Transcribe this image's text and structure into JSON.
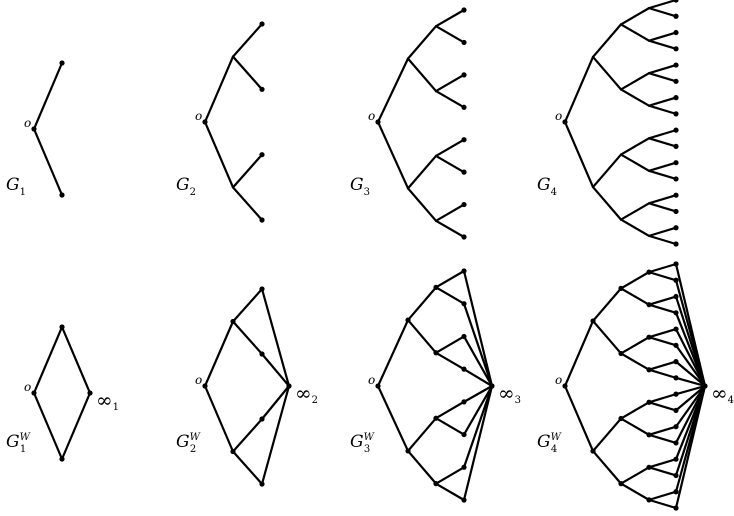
{
  "figure": {
    "panels": [
      {
        "id": "g1",
        "depth": 1,
        "wired": false,
        "root_label": "o",
        "name_letter": "G",
        "name_index": "1",
        "name_sup": "",
        "sink_symbol": "",
        "sink_index": ""
      },
      {
        "id": "g2",
        "depth": 2,
        "wired": false,
        "root_label": "o",
        "name_letter": "G",
        "name_index": "2",
        "name_sup": "",
        "sink_symbol": "",
        "sink_index": ""
      },
      {
        "id": "g3",
        "depth": 3,
        "wired": false,
        "root_label": "o",
        "name_letter": "G",
        "name_index": "3",
        "name_sup": "",
        "sink_symbol": "",
        "sink_index": ""
      },
      {
        "id": "g4",
        "depth": 4,
        "wired": false,
        "root_label": "o",
        "name_letter": "G",
        "name_index": "4",
        "name_sup": "",
        "sink_symbol": "",
        "sink_index": ""
      },
      {
        "id": "gw1",
        "depth": 1,
        "wired": true,
        "root_label": "o",
        "name_letter": "G",
        "name_index": "1",
        "name_sup": "W",
        "sink_symbol": "∞",
        "sink_index": "1"
      },
      {
        "id": "gw2",
        "depth": 2,
        "wired": true,
        "root_label": "o",
        "name_letter": "G",
        "name_index": "2",
        "name_sup": "W",
        "sink_symbol": "∞",
        "sink_index": "2"
      },
      {
        "id": "gw3",
        "depth": 3,
        "wired": true,
        "root_label": "o",
        "name_letter": "G",
        "name_index": "3",
        "name_sup": "W",
        "sink_symbol": "∞",
        "sink_index": "3"
      },
      {
        "id": "gw4",
        "depth": 4,
        "wired": true,
        "root_label": "o",
        "name_letter": "G",
        "name_index": "4",
        "name_sup": "W",
        "sink_symbol": "∞",
        "sink_index": "4"
      }
    ]
  },
  "colors": {
    "stroke": "#000000",
    "background": "#ffffff"
  }
}
